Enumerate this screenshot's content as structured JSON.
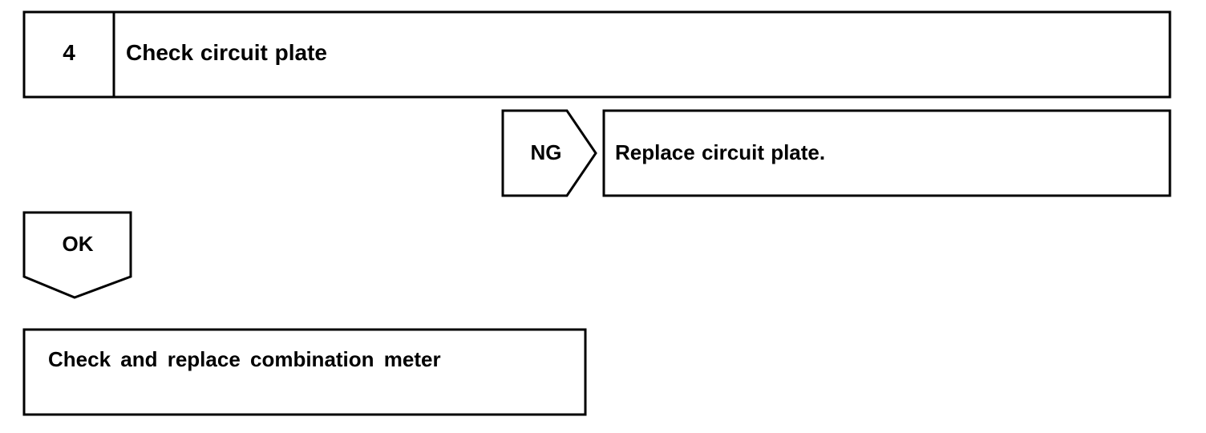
{
  "step": {
    "number": "4",
    "title": "Check circuit plate"
  },
  "ng": {
    "label": "NG",
    "action": "Replace circuit plate."
  },
  "ok": {
    "label": "OK",
    "action": "Check and replace combination meter"
  },
  "colors": {
    "line": "#000000",
    "background": "#ffffff"
  }
}
